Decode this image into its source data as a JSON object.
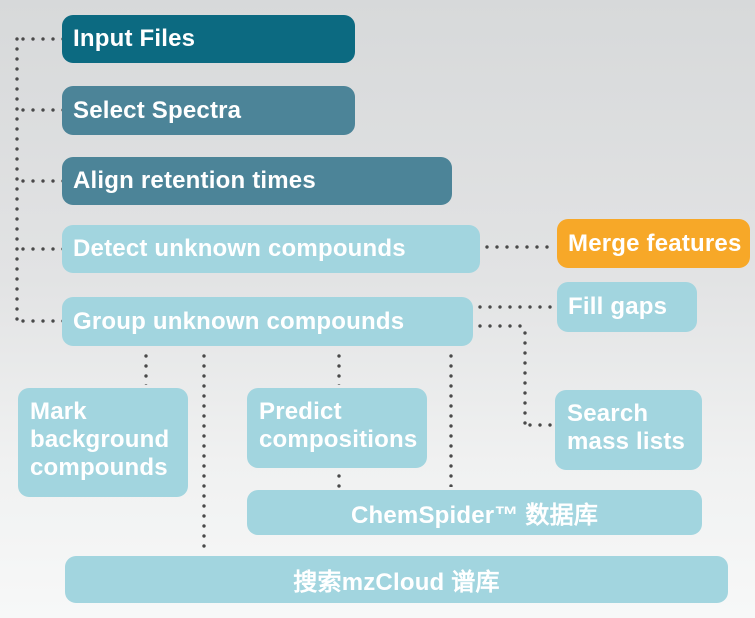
{
  "diagram": {
    "title": "Untargeted metabolomics workflow diagram",
    "colors": {
      "dark_teal": "#0c6a81",
      "medium_teal": "#4c8498",
      "light_blue": "#a2d5df",
      "orange": "#f7a828",
      "connector_dot": "#4a4a4a",
      "text": "#ffffff",
      "background_top": "#d7d9da",
      "background_bottom": "#f7f8f8"
    },
    "nodes": [
      {
        "id": "input-files",
        "label": "Input Files",
        "variant": "dark-teal"
      },
      {
        "id": "select-spectra",
        "label": "Select Spectra",
        "variant": "medium-teal"
      },
      {
        "id": "align-retention-times",
        "label": "Align retention times",
        "variant": "medium-teal"
      },
      {
        "id": "detect-unknown-compounds",
        "label": "Detect unknown compounds",
        "variant": "light-blue"
      },
      {
        "id": "merge-features",
        "label": "Merge features",
        "variant": "orange"
      },
      {
        "id": "group-unknown-compounds",
        "label": "Group unknown compounds",
        "variant": "light-blue"
      },
      {
        "id": "fill-gaps",
        "label": "Fill gaps",
        "variant": "light-blue"
      },
      {
        "id": "mark-background-compounds",
        "label": "Mark background compounds",
        "variant": "light-blue"
      },
      {
        "id": "predict-compositions",
        "label": "Predict compositions",
        "variant": "light-blue"
      },
      {
        "id": "search-mass-lists",
        "label": "Search mass lists",
        "variant": "light-blue"
      },
      {
        "id": "chemspider-database",
        "label": "ChemSpider™ 数据库",
        "variant": "light-blue"
      },
      {
        "id": "mzcloud-search",
        "label": "搜索mzCloud 谱库",
        "variant": "light-blue"
      }
    ],
    "connections": [
      {
        "from": "left-rail",
        "to": "input-files",
        "style": "dotted"
      },
      {
        "from": "left-rail",
        "to": "select-spectra",
        "style": "dotted"
      },
      {
        "from": "left-rail",
        "to": "align-retention-times",
        "style": "dotted"
      },
      {
        "from": "left-rail",
        "to": "detect-unknown-compounds",
        "style": "dotted"
      },
      {
        "from": "left-rail",
        "to": "group-unknown-compounds",
        "style": "dotted"
      },
      {
        "from": "detect-unknown-compounds",
        "to": "merge-features",
        "style": "dotted"
      },
      {
        "from": "group-unknown-compounds",
        "to": "fill-gaps",
        "style": "dotted"
      },
      {
        "from": "group-unknown-compounds",
        "to": "search-mass-lists",
        "style": "dotted-elbow"
      },
      {
        "from": "group-unknown-compounds",
        "to": "mark-background-compounds",
        "style": "dotted"
      },
      {
        "from": "group-unknown-compounds",
        "to": "predict-compositions",
        "style": "dotted"
      },
      {
        "from": "group-unknown-compounds",
        "to": "mzcloud-search",
        "style": "dotted"
      },
      {
        "from": "group-unknown-compounds",
        "to": "chemspider-database",
        "style": "dotted"
      },
      {
        "from": "predict-compositions",
        "to": "chemspider-database",
        "style": "dotted"
      }
    ]
  }
}
